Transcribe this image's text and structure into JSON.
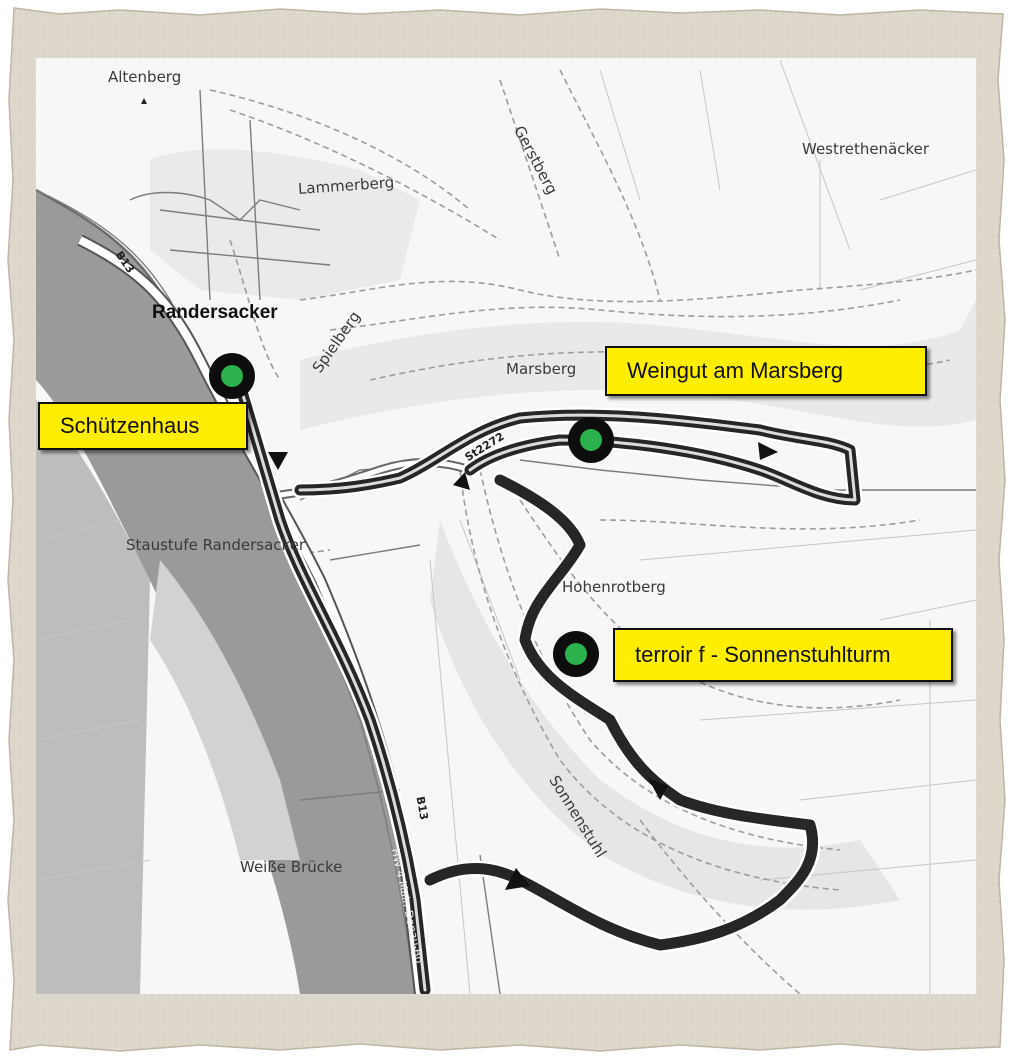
{
  "map": {
    "places": {
      "altenberg": "Altenberg",
      "gerstberg": "Gerstberg",
      "westrethenaecker": "Westrethenäcker",
      "lammerberg": "Lammerberg",
      "randersacker": "Randersacker",
      "spielberg": "Spielberg",
      "marsberg": "Marsberg",
      "staustufe": "Staustufe Randersacker",
      "hohenrotberg": "Hohenrotberg",
      "sonnenstuhl": "Sonnenstuhl",
      "weisse_bruecke": "Weiße Brücke"
    },
    "roads": {
      "b13_north": "B13",
      "b13_south": "B13",
      "st2272": "St2272",
      "main_donau": "HW 4 Main-Donau-Bo"
    },
    "callouts": {
      "schuetzenhaus": "Schützenhaus",
      "weingut": "Weingut am Marsberg",
      "terroir": "terroir f - Sonnenstuhlturm"
    },
    "colors": {
      "callout_fill": "#ffee00",
      "waypoint_ring": "#0d0d0d",
      "waypoint_center": "#2bb24c",
      "route": "#262626",
      "river": "#9a9a9a",
      "frame": "#d8d3c6"
    }
  }
}
